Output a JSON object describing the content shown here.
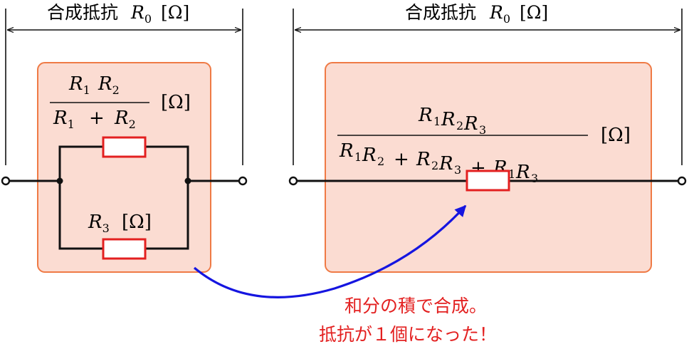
{
  "colors": {
    "panel_fill": "#fbdcd2",
    "panel_stroke": "#ef7a45",
    "wire": "#111111",
    "resistor": "#e32020",
    "arrow": "#1515e0",
    "caption": "#e32020"
  },
  "left": {
    "header_text": "合成抵抗",
    "header_symbol": "R",
    "header_sub": "0",
    "header_unit": "[Ω]",
    "num_r1": "R",
    "num_r1_sub": "1",
    "num_r2": "R",
    "num_r2_sub": "2",
    "den_r1": "R",
    "den_r1_sub": "1",
    "den_plus": "+",
    "den_r2": "R",
    "den_r2_sub": "2",
    "formula_unit": "[Ω]",
    "r3_symbol": "R",
    "r3_sub": "3",
    "r3_unit": "[Ω]"
  },
  "right": {
    "header_text": "合成抵抗",
    "header_symbol": "R",
    "header_sub": "0",
    "header_unit": "[Ω]",
    "numerator": [
      {
        "sym": "R",
        "sub": "1"
      },
      {
        "sym": "R",
        "sub": "2"
      },
      {
        "sym": "R",
        "sub": "3"
      }
    ],
    "denominator": [
      {
        "sym": "R",
        "sub": "1"
      },
      {
        "sym": "R",
        "sub": "2"
      },
      {
        "op": "+"
      },
      {
        "sym": "R",
        "sub": "2"
      },
      {
        "sym": "R",
        "sub": "3"
      },
      {
        "op": "+"
      },
      {
        "sym": "R",
        "sub": "1"
      },
      {
        "sym": "R",
        "sub": "3"
      }
    ],
    "formula_unit": "[Ω]"
  },
  "caption": {
    "line1": "和分の積で合成。",
    "line2": "抵抗が１個になった！"
  }
}
